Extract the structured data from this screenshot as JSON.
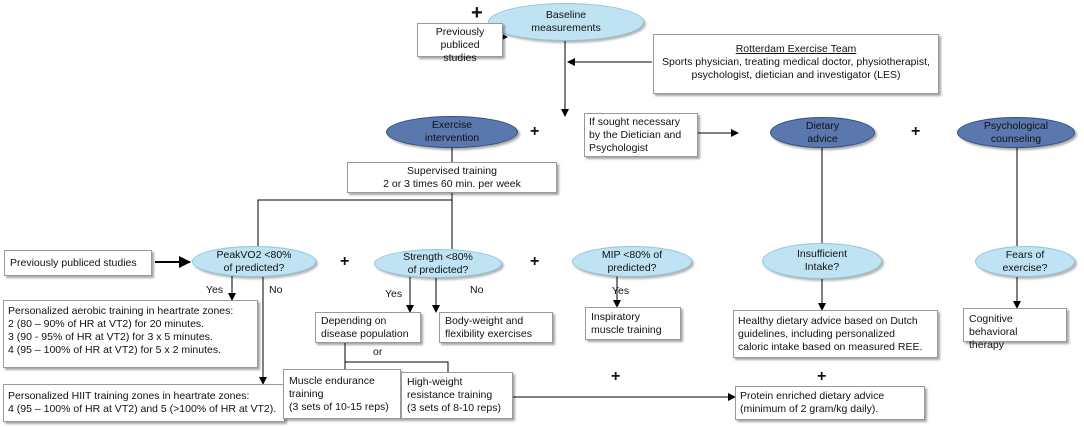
{
  "nodes": {
    "baseline": [
      "Baseline",
      "measurements"
    ],
    "prev_top": [
      "Previously",
      "publiced studies"
    ],
    "team_title": "Rotterdam Exercise Team",
    "team_desc": [
      "Sports physician, treating medical doctor, physiotherapist,",
      "psychologist, dietician and investigator (LES)"
    ],
    "exercise": [
      "Exercise",
      "intervention"
    ],
    "sought": [
      "If sought necessary",
      "by the Dietician and",
      "Psychologist"
    ],
    "dietary": [
      "Dietary",
      "advice"
    ],
    "psych": [
      "Psychological",
      "counseling"
    ],
    "supervised": [
      "Supervised training",
      "2 or 3 times 60 min. per week"
    ],
    "prev_left": "Previously publiced studies",
    "peak": [
      "PeakVO2 <80%",
      "of predicted?"
    ],
    "strength": [
      "Strength <80%",
      "of predicted?"
    ],
    "mip": [
      "MIP <80% of",
      "predicted?"
    ],
    "insufficient": [
      "Insufficient",
      "Intake?"
    ],
    "fears": [
      "Fears of",
      "exercise?"
    ],
    "yes": "Yes",
    "no": "No",
    "or": "or",
    "aerobic": [
      "Personalized aerobic training in heartrate zones:",
      "2 (80 – 90% of HR at VT2) for 20 minutes.",
      "3 (90 - 95% of HR at VT2) for 3 x 5 minutes.",
      "4 (95 – 100% of HR at VT2) for 5 x 2 minutes."
    ],
    "hiit": [
      "Personalized HIIT training zones in heartrate zones:",
      "4 (95 – 100% of HR at VT2) and 5 (>100% of HR at VT2)."
    ],
    "depending": [
      "Depending on",
      "disease population"
    ],
    "bodyweight": [
      "Body-weight and",
      "flexibility exercises"
    ],
    "inspiratory": [
      "Inspiratory",
      "muscle training"
    ],
    "healthy": [
      "Healthy dietary advice based on Dutch",
      "guidelines, including personalized",
      "caloric intake based on measured REE."
    ],
    "cbt": [
      "Cognitive behavioral",
      "therapy"
    ],
    "endurance": [
      "Muscle endurance",
      "training",
      "(3 sets of 10-15 reps)"
    ],
    "highweight": [
      "High-weight",
      "resistance training",
      "(3 sets of 8-10 reps)"
    ],
    "protein": [
      "Protein enriched dietary advice",
      "(minimum of 2 gram/kg daily)."
    ]
  },
  "plus_sign": "+",
  "colors": {
    "light_ellipse": "#bfe3f2",
    "dark_ellipse": "#5a78ae",
    "line": "#000000"
  }
}
